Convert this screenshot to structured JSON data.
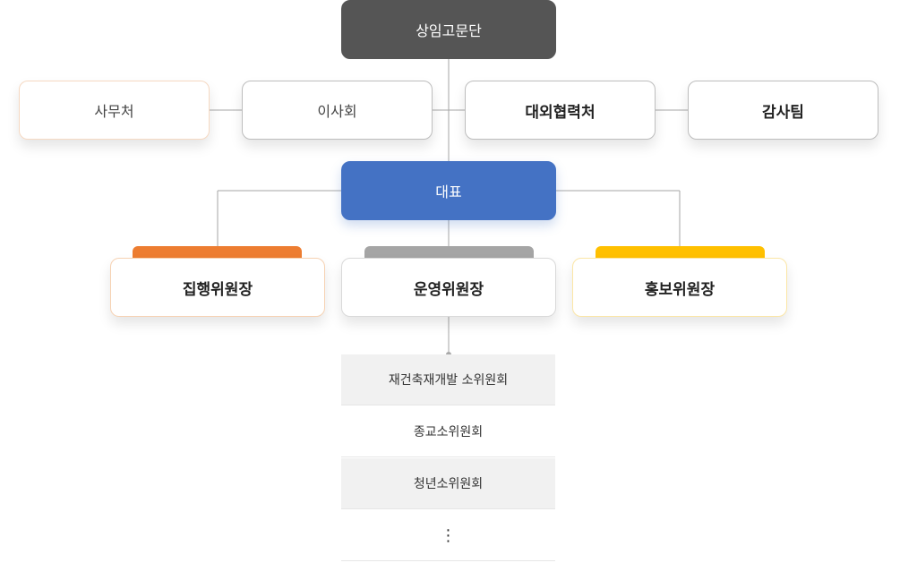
{
  "top": {
    "label": "상임고문단"
  },
  "row1": [
    {
      "label": "사무처"
    },
    {
      "label": "이사회"
    },
    {
      "label": "대외협력처"
    },
    {
      "label": "감사팀"
    }
  ],
  "representative": {
    "label": "대표"
  },
  "committees": [
    {
      "label": "집행위원장",
      "tab_color": "#ed7d31"
    },
    {
      "label": "운영위원장",
      "tab_color": "#a5a5a5"
    },
    {
      "label": "홍보위원장",
      "tab_color": "#ffc000"
    }
  ],
  "subcommittees": [
    {
      "label": "재건축재개발 소위원회"
    },
    {
      "label": "종교소위원회"
    },
    {
      "label": "청년소위원회"
    },
    {
      "label": "⋮"
    }
  ],
  "colors": {
    "top": "#555555",
    "representative": "#4472c4",
    "connector": "#a6a6a6"
  }
}
